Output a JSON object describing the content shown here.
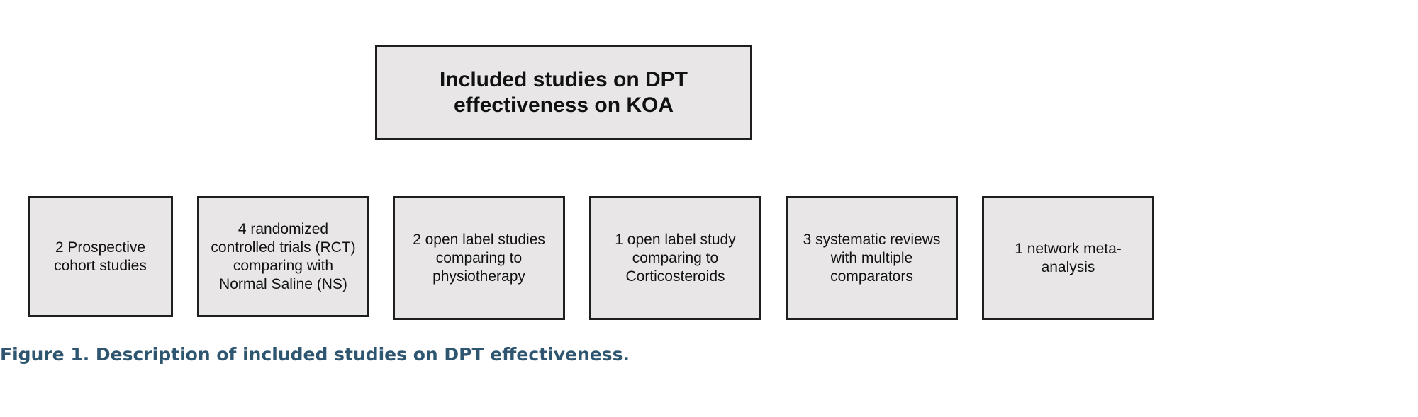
{
  "diagram": {
    "top_node": {
      "text": "Included studies on DPT effectiveness on KOA"
    },
    "child_nodes": [
      {
        "text": "2 Prospective cohort studies"
      },
      {
        "text": "4 randomized controlled trials (RCT) comparing with Normal Saline (NS)"
      },
      {
        "text": "2 open label studies comparing to physiotherapy"
      },
      {
        "text": "1 open label study comparing to Corticosteroids"
      },
      {
        "text": "3 systematic reviews with multiple comparators"
      },
      {
        "text": "1 network meta-analysis"
      }
    ],
    "colors": {
      "box_fill": "#e8e6e7",
      "box_border": "#1e1e1e",
      "caption": "#2f5670"
    }
  },
  "caption": {
    "text": "Figure 1. Description of included studies on DPT effectiveness."
  }
}
